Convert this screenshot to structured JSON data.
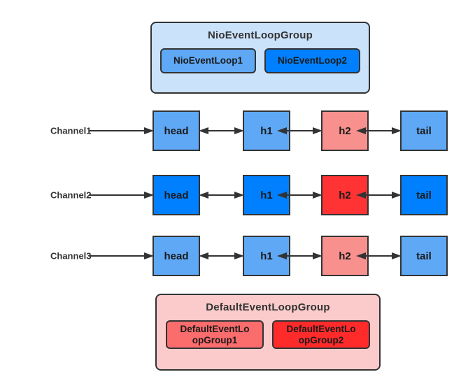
{
  "diagram": {
    "title_top": "NioEventLoopGroup",
    "title_bottom": "DefaultEventLoopGroup",
    "colors": {
      "panel_blue": "#cbe2fb",
      "panel_pink": "#fbcbcb",
      "blue_light": "#5fa8f5",
      "blue_solid": "#0080ff",
      "red_light": "#f8918e",
      "red_solid": "#ff3333",
      "chip_red_light": "#fb6c6c",
      "chip_red_solid": "#ff2a2a",
      "stroke": "#333333"
    }
  },
  "nio_group": {
    "title": "NioEventLoopGroup",
    "loops": [
      {
        "label": "NioEventLoop1"
      },
      {
        "label": "NioEventLoop2"
      }
    ]
  },
  "default_group": {
    "title": "DefaultEventLoopGroup",
    "loops": [
      {
        "label": "DefaultEventLo\nopGroup1"
      },
      {
        "label": "DefaultEventLo\nopGroup2"
      }
    ]
  },
  "channels": [
    {
      "label": "Channel1",
      "nodes": [
        {
          "label": "head",
          "fill": "blue-light"
        },
        {
          "label": "h1",
          "fill": "blue-light"
        },
        {
          "label": "h2",
          "fill": "red-light"
        },
        {
          "label": "tail",
          "fill": "blue-light"
        }
      ]
    },
    {
      "label": "Channel2",
      "nodes": [
        {
          "label": "head",
          "fill": "blue-solid"
        },
        {
          "label": "h1",
          "fill": "blue-solid"
        },
        {
          "label": "h2",
          "fill": "red-solid"
        },
        {
          "label": "tail",
          "fill": "blue-solid"
        }
      ]
    },
    {
      "label": "Channel3",
      "nodes": [
        {
          "label": "head",
          "fill": "blue-light"
        },
        {
          "label": "h1",
          "fill": "blue-light"
        },
        {
          "label": "h2",
          "fill": "red-light"
        },
        {
          "label": "tail",
          "fill": "blue-light"
        }
      ]
    }
  ]
}
